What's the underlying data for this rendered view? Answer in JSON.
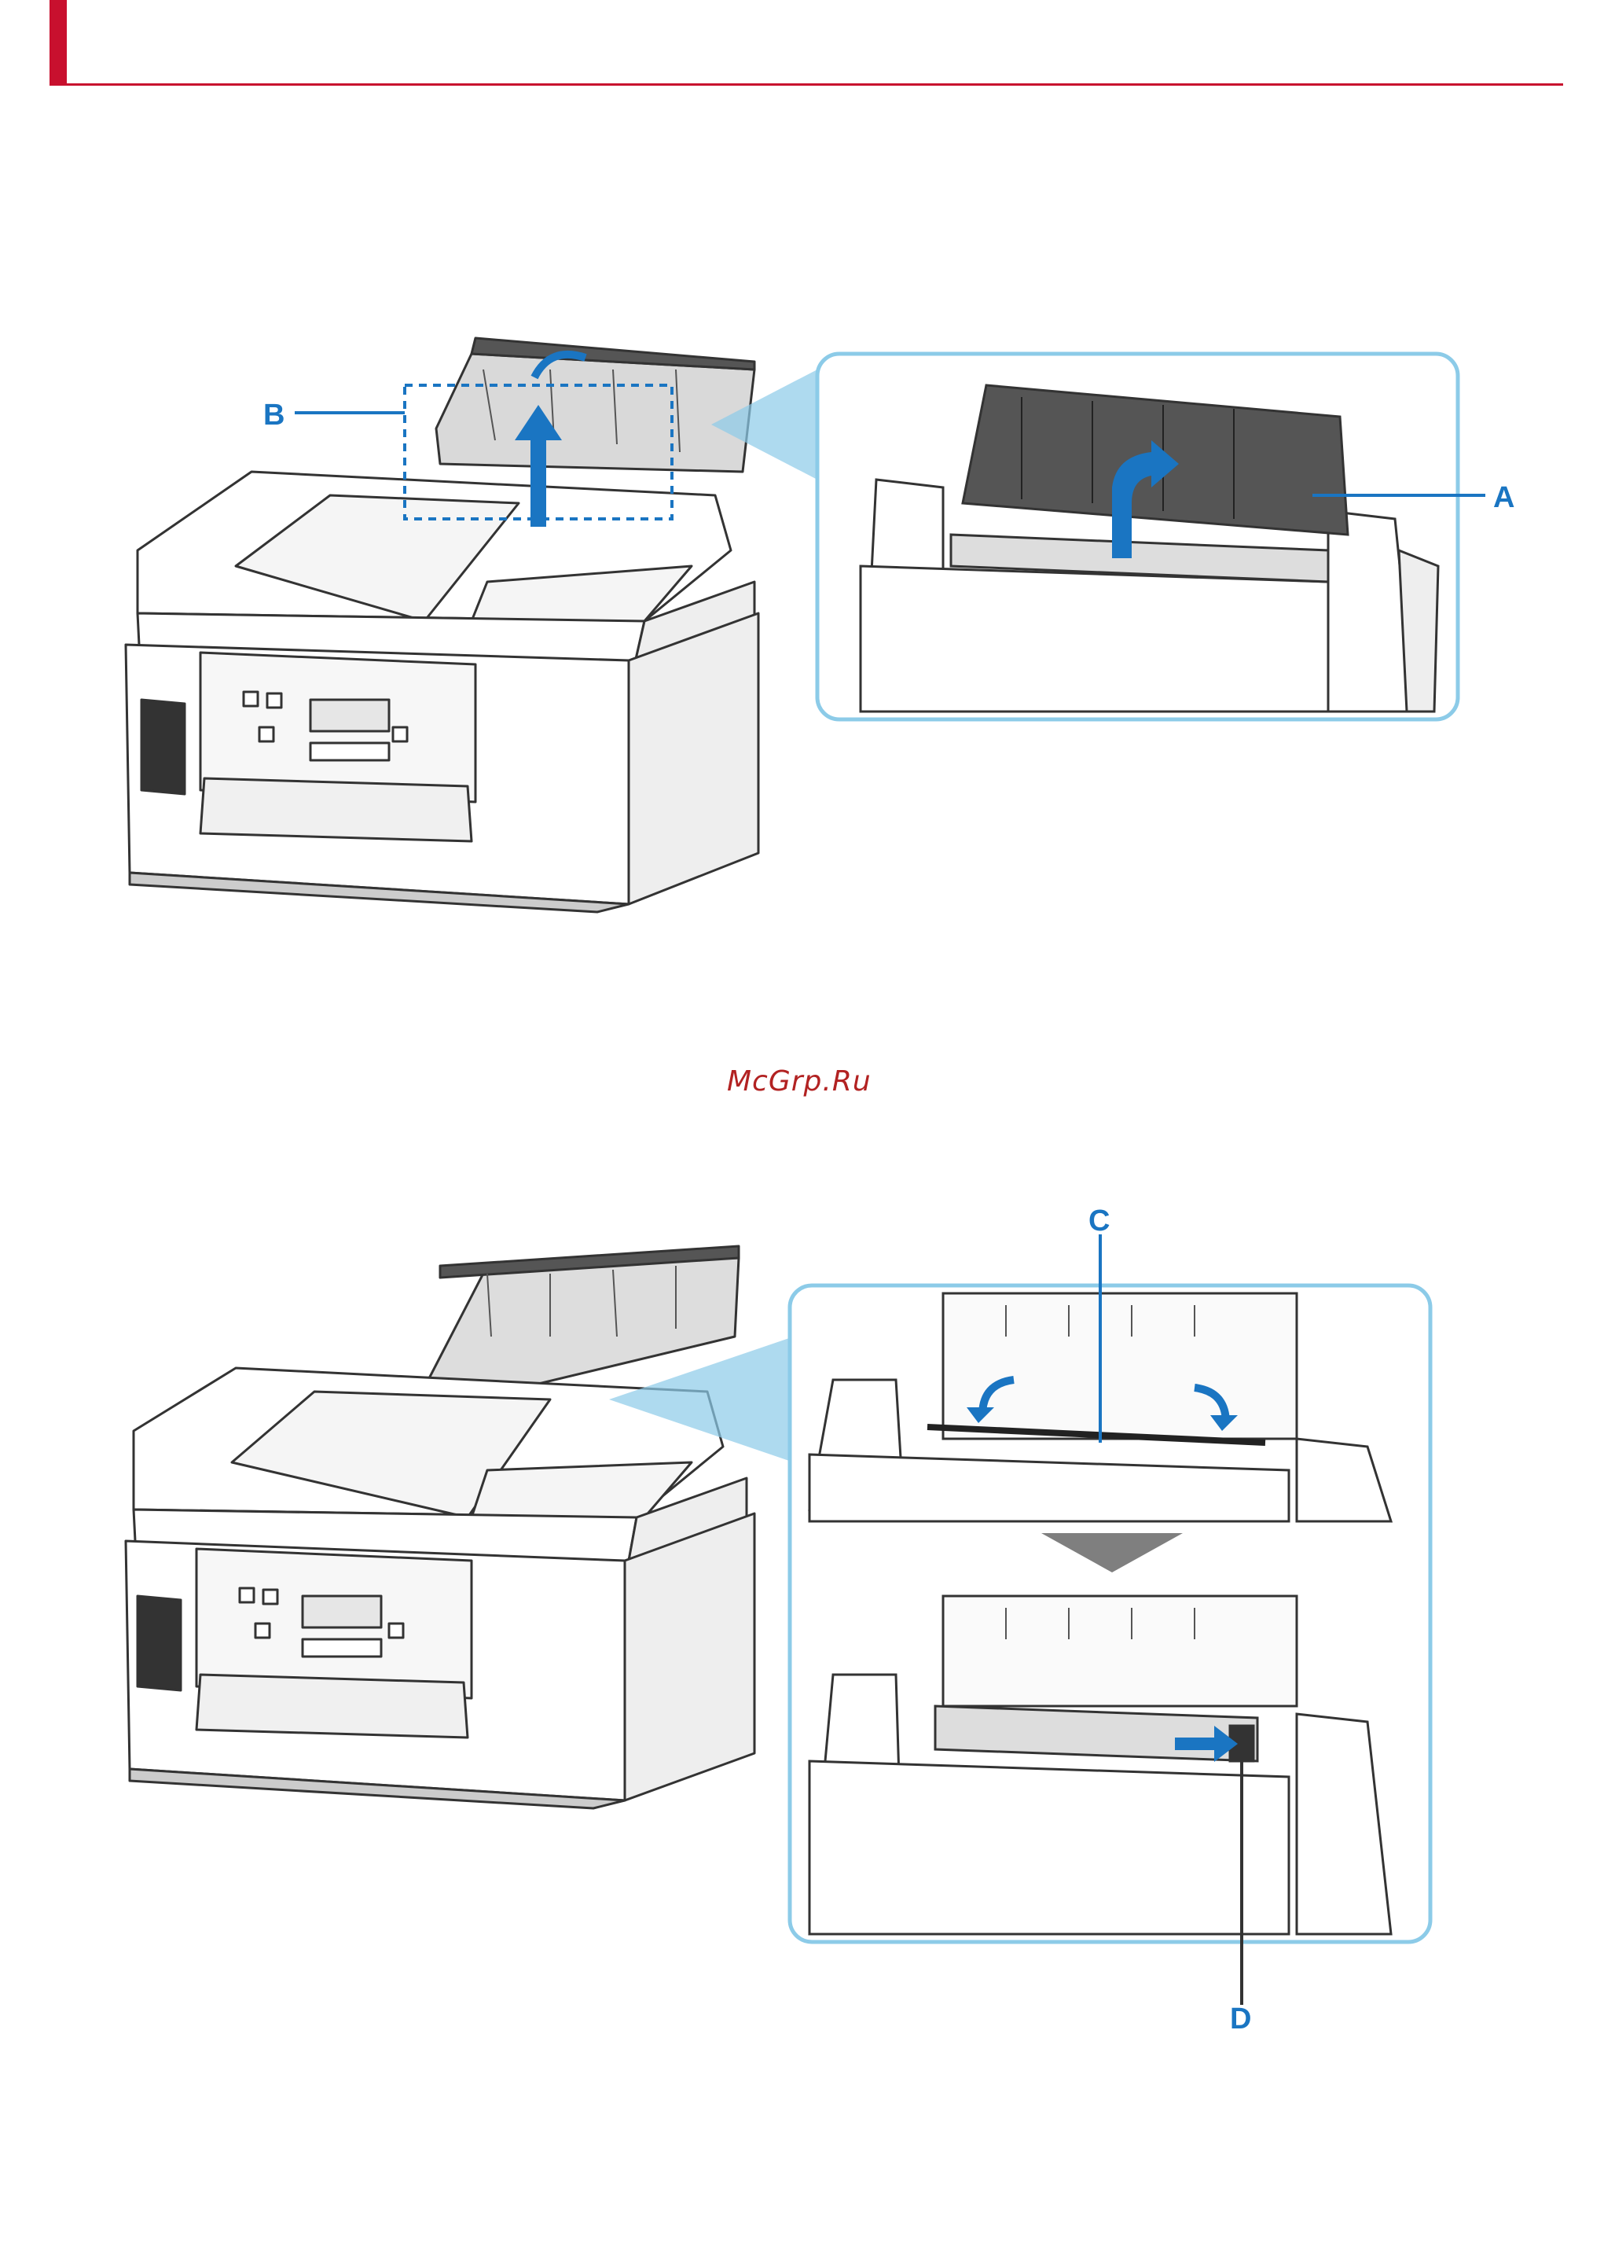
{
  "labels": {
    "a": "A",
    "b": "B",
    "c": "C",
    "d": "D"
  },
  "watermark": "McGrp.Ru",
  "colors": {
    "header": "#c8102e",
    "callout_blue": "#1a75c2",
    "frame_blue": "#8ccbe8",
    "watermark": "#b22222"
  }
}
